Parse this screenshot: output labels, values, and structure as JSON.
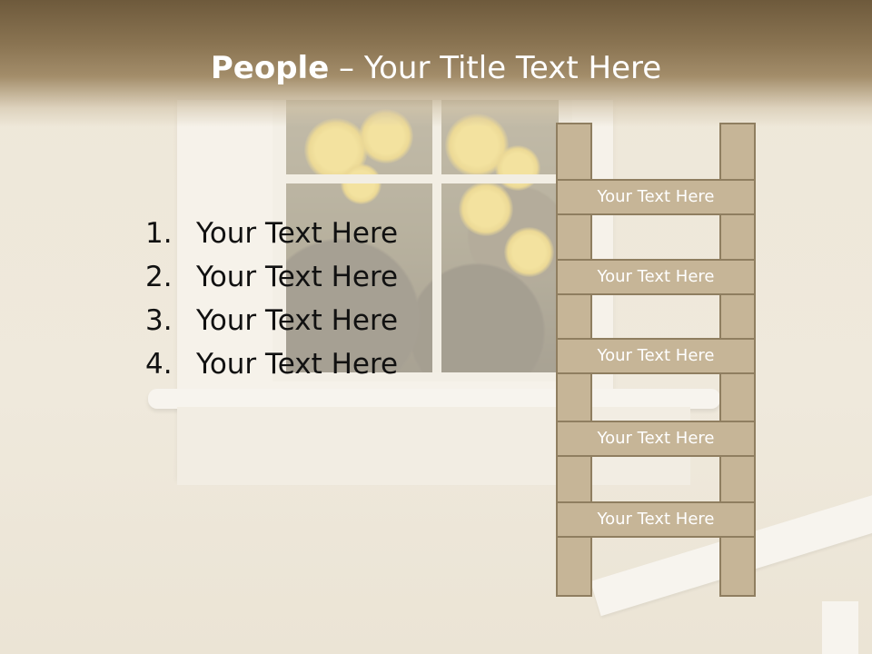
{
  "slide": {
    "title_bold": "People",
    "title_rest": " – Your Title Text Here"
  },
  "list": {
    "items": [
      {
        "num": "1.",
        "text": "Your Text Here"
      },
      {
        "num": "2.",
        "text": "Your Text Here"
      },
      {
        "num": "3.",
        "text": "Your Text Here"
      },
      {
        "num": "4.",
        "text": "Your Text Here"
      }
    ]
  },
  "ladder": {
    "rungs": [
      "Your Text Here",
      "Your Text Here",
      "Your Text Here",
      "Your Text Here",
      "Your Text Here"
    ]
  },
  "colors": {
    "header": "#8a7452",
    "ladder_fill": "#c6b597",
    "ladder_border": "#8f7e60",
    "rung_text": "#ffffff"
  }
}
